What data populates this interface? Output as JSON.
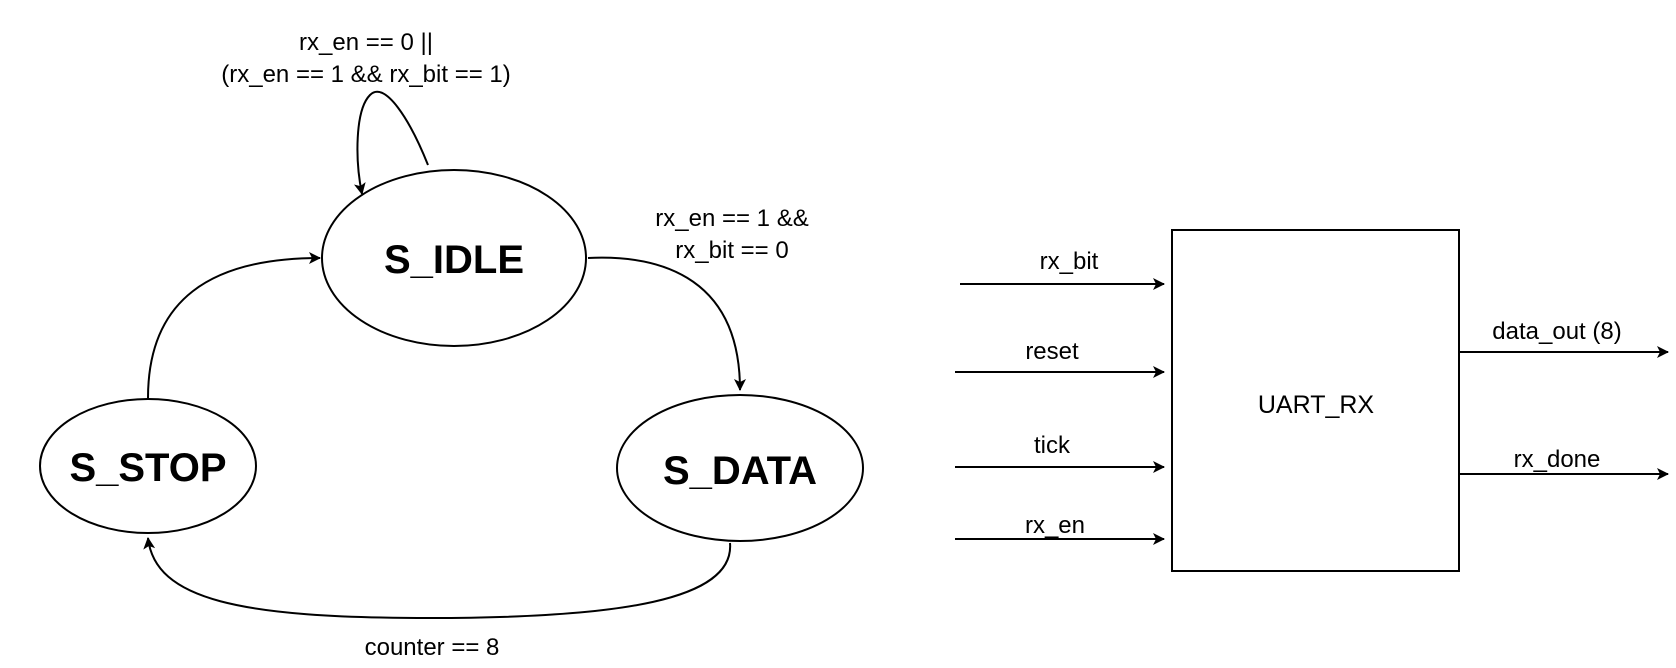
{
  "state_machine": {
    "states": {
      "idle": "S_IDLE",
      "data": "S_DATA",
      "stop": "S_STOP"
    },
    "transitions": {
      "idle_self_line1": "rx_en == 0 ||",
      "idle_self_line2": "(rx_en == 1 && rx_bit == 1)",
      "idle_to_data_line1": "rx_en == 1 &&",
      "idle_to_data_line2": "rx_bit == 0",
      "data_to_stop": "counter == 8"
    }
  },
  "block": {
    "name": "UART_RX",
    "inputs": [
      "rx_bit",
      "reset",
      "tick",
      "rx_en"
    ],
    "outputs": [
      "data_out (8)",
      "rx_done"
    ]
  },
  "colors": {
    "stroke": "#000000",
    "background": "#ffffff"
  }
}
